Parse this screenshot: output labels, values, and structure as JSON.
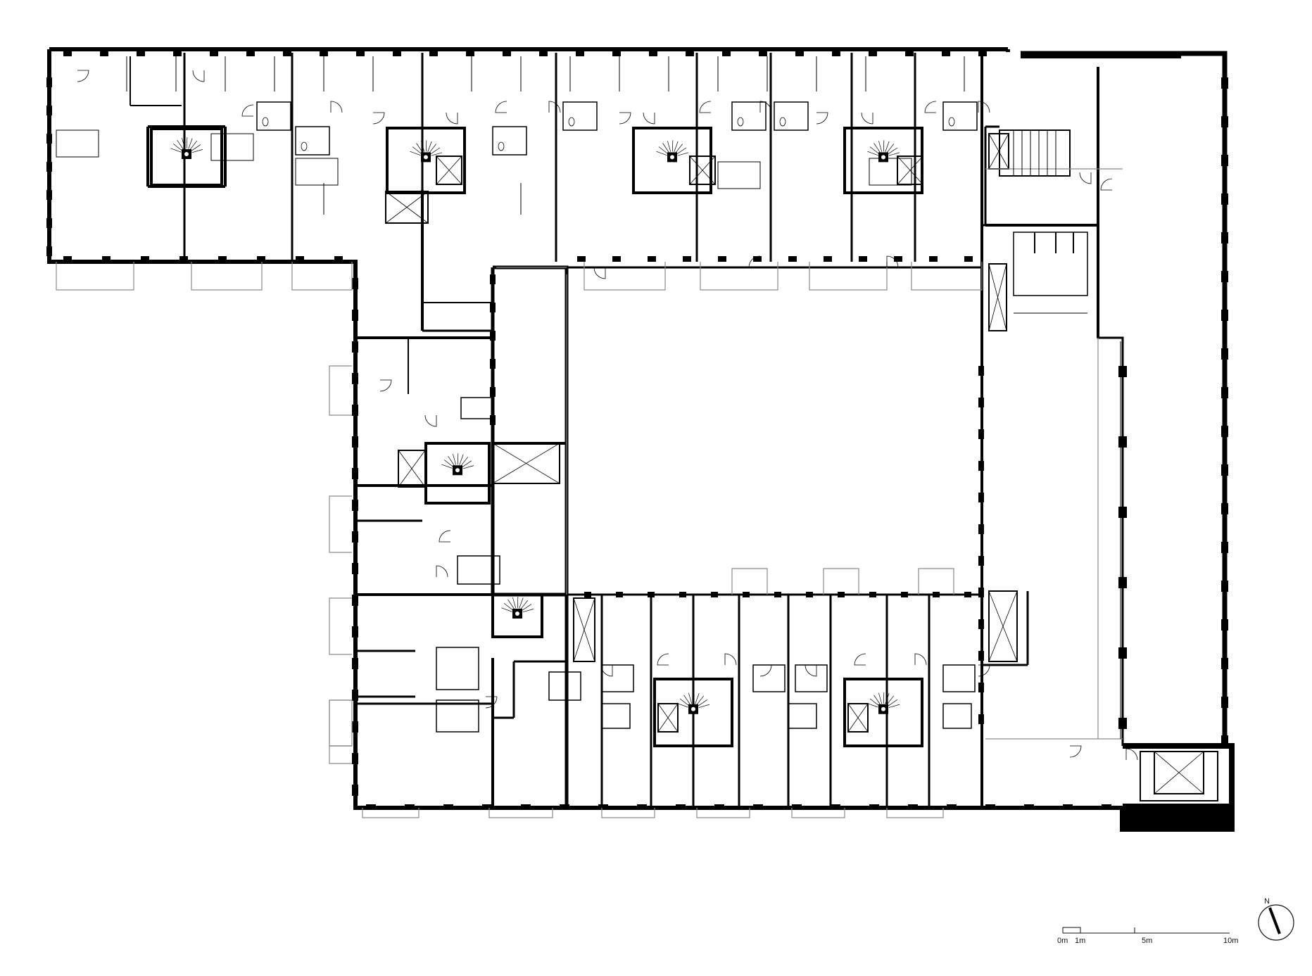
{
  "scale_bar": {
    "labels": [
      "0m",
      "1m",
      "5m",
      "10m"
    ]
  },
  "north_arrow": {
    "label": "N"
  },
  "colors": {
    "wall": "#000000",
    "partition": "#000000",
    "window": "#8a8a8a",
    "background": "#ffffff"
  }
}
